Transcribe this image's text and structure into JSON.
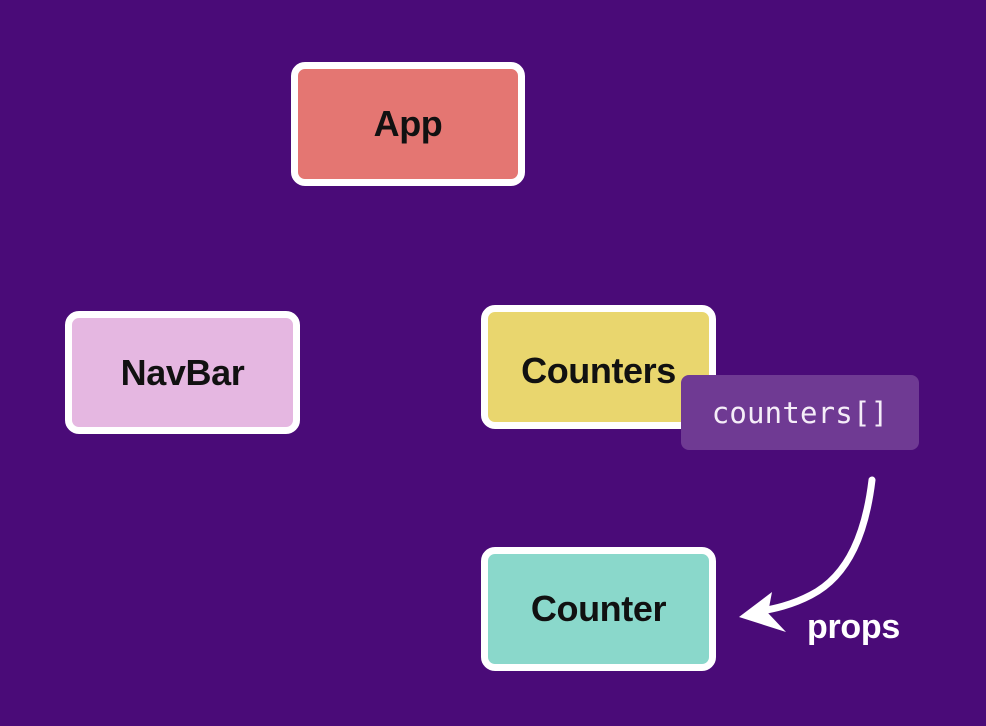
{
  "diagram": {
    "nodes": {
      "app": "App",
      "navbar": "NavBar",
      "counters": "Counters",
      "counter": "Counter"
    },
    "state_badge": "counters[]",
    "arrow_label": "props"
  },
  "colors": {
    "background": "#4a0b78",
    "app": "#e47672",
    "navbar": "#e5b7e1",
    "counters": "#e9d66e",
    "counter": "#8ad8cb",
    "state_badge": "#6f3a93",
    "border": "#ffffff"
  }
}
